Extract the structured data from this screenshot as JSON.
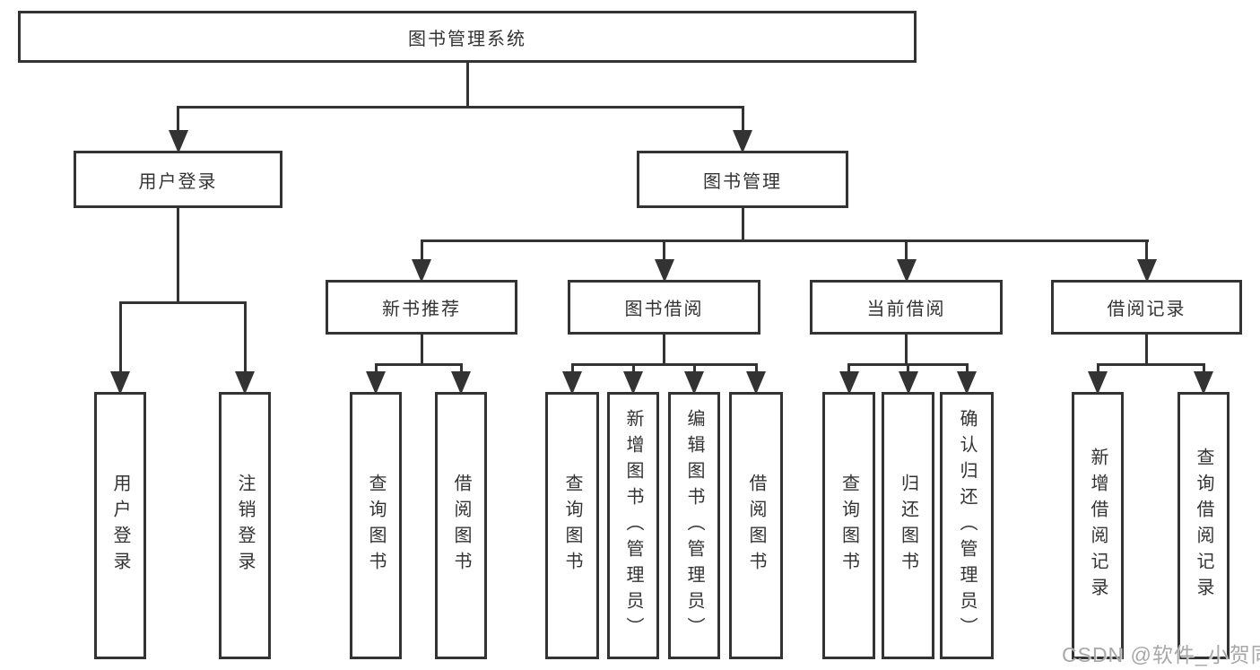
{
  "diagram": {
    "title": "图书管理系统",
    "watermark": "CSDN @软件_小贺同学",
    "colors": {
      "line": "#333333",
      "text": "#333333",
      "box_background": "#ffffff",
      "watermark": "#a8a8a8"
    },
    "nodes": {
      "root": {
        "label": "图书管理系统",
        "parent": null
      },
      "user-login": {
        "label": "用户登录",
        "parent": "root"
      },
      "book-mgmt": {
        "label": "图书管理",
        "parent": "root"
      },
      "new-book-rec": {
        "label": "新书推荐",
        "parent": "book-mgmt"
      },
      "book-borrow": {
        "label": "图书借阅",
        "parent": "book-mgmt"
      },
      "current-borrow": {
        "label": "当前借阅",
        "parent": "book-mgmt"
      },
      "borrow-records": {
        "label": "借阅记录",
        "parent": "book-mgmt"
      },
      "user-login-action": {
        "label": "用户登录",
        "parent": "user-login"
      },
      "logout-action": {
        "label": "注销登录",
        "parent": "user-login"
      },
      "nbr-query-books": {
        "label": "查询图书",
        "parent": "new-book-rec"
      },
      "nbr-borrow-books": {
        "label": "借阅图书",
        "parent": "new-book-rec"
      },
      "bb-query-books": {
        "label": "查询图书",
        "parent": "book-borrow"
      },
      "bb-add-books": {
        "label": "新增图书（管理员）",
        "parent": "book-borrow"
      },
      "bb-edit-books": {
        "label": "编辑图书（管理员）",
        "parent": "book-borrow"
      },
      "bb-borrow-books": {
        "label": "借阅图书",
        "parent": "book-borrow"
      },
      "cb-query-books": {
        "label": "查询图书",
        "parent": "current-borrow"
      },
      "cb-return-books": {
        "label": "归还图书",
        "parent": "current-borrow"
      },
      "cb-confirm-return": {
        "label": "确认归还（管理员）",
        "parent": "current-borrow"
      },
      "br-add-record": {
        "label": "新增借阅记录",
        "parent": "borrow-records"
      },
      "br-query-record": {
        "label": "查询借阅记录",
        "parent": "borrow-records"
      }
    }
  }
}
